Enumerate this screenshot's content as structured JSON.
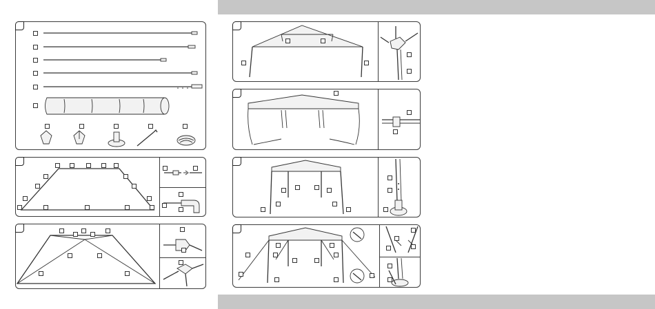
{
  "colors": {
    "header_bar": "#c6c6c6",
    "line": "#333333",
    "paper": "#ffffff"
  },
  "panels": {
    "parts": "parts-list",
    "step_frame_base": "frame-base-assembly",
    "step_frame_roof": "roof-frame-assembly",
    "step_raise_roof": "raise-roof-frame",
    "step_cover": "fit-canopy-cover",
    "step_legs": "attach-legs-and-feet",
    "step_anchor": "anchor-with-pegs-and-ropes"
  }
}
